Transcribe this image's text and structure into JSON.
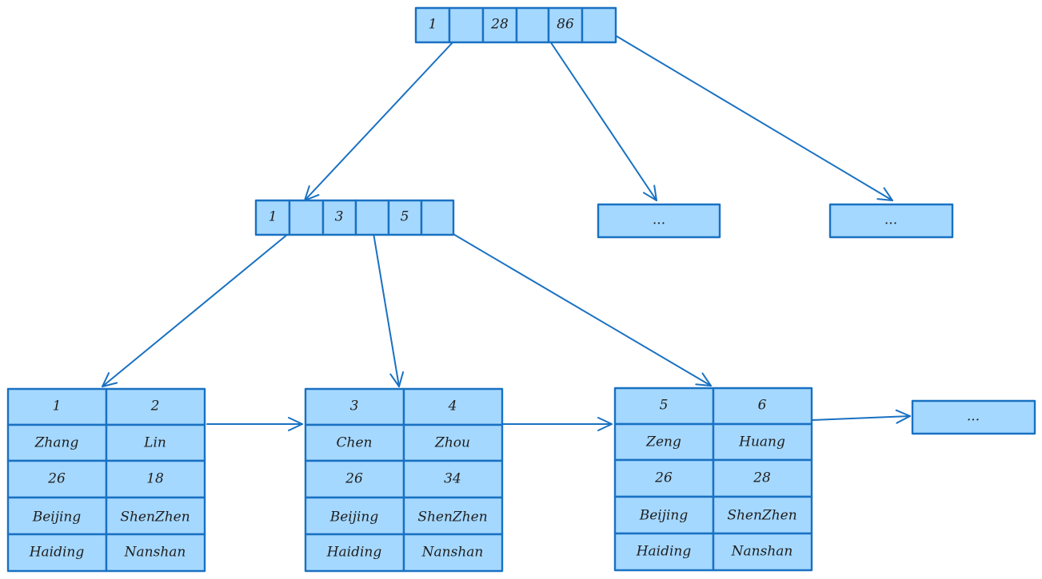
{
  "tree": {
    "root": {
      "entries": [
        "1",
        "",
        "28",
        "",
        "86",
        ""
      ]
    },
    "internal": {
      "entries": [
        "1",
        "",
        "3",
        "",
        "5",
        ""
      ]
    },
    "placeholders": {
      "mid": "...",
      "right": "...",
      "next_leaf": "..."
    },
    "leaves": [
      {
        "cells": [
          [
            "1",
            "2"
          ],
          [
            "Zhang",
            "Lin"
          ],
          [
            "26",
            "18"
          ],
          [
            "Beijing",
            "ShenZhen"
          ],
          [
            "Haiding",
            "Nanshan"
          ]
        ]
      },
      {
        "cells": [
          [
            "3",
            "4"
          ],
          [
            "Chen",
            "Zhou"
          ],
          [
            "26",
            "34"
          ],
          [
            "Beijing",
            "ShenZhen"
          ],
          [
            "Haiding",
            "Nanshan"
          ]
        ]
      },
      {
        "cells": [
          [
            "5",
            "6"
          ],
          [
            "Zeng",
            "Huang"
          ],
          [
            "26",
            "28"
          ],
          [
            "Beijing",
            "ShenZhen"
          ],
          [
            "Haiding",
            "Nanshan"
          ]
        ]
      }
    ]
  },
  "colors": {
    "fill": "#a5d8ff",
    "stroke": "#1971c2",
    "text": "#1e1e1e"
  }
}
